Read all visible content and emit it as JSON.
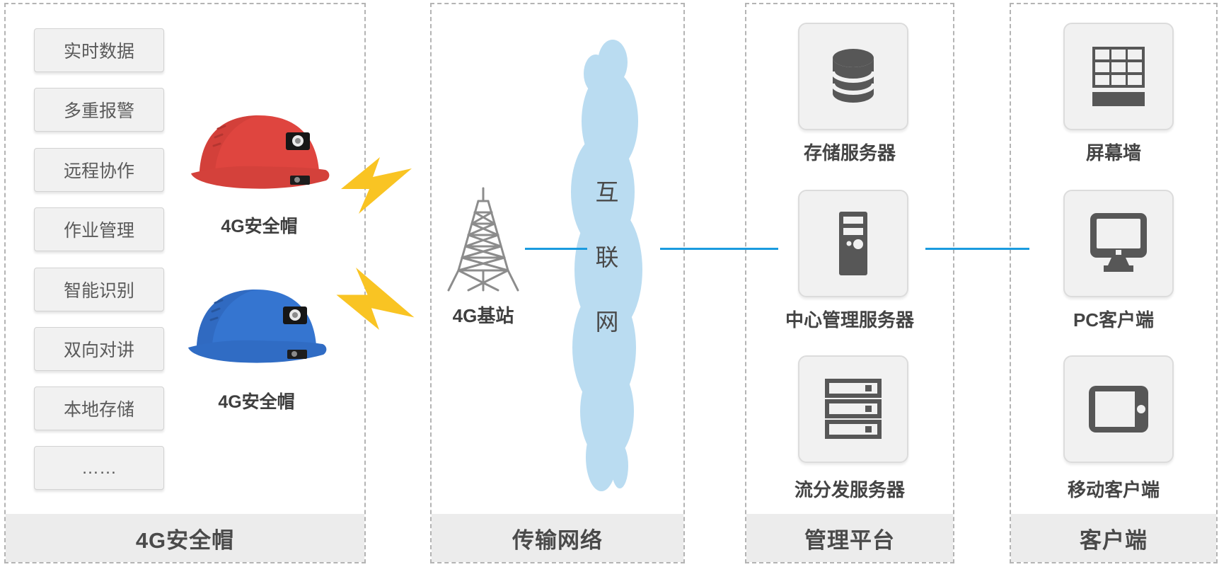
{
  "columns": [
    {
      "footer": "4G安全帽",
      "features": [
        "实时数据",
        "多重报警",
        "远程协作",
        "作业管理",
        "智能识别",
        "双向对讲",
        "本地存储",
        "……"
      ],
      "helmets": [
        {
          "label": "4G安全帽",
          "color": "red"
        },
        {
          "label": "4G安全帽",
          "color": "blue"
        }
      ]
    },
    {
      "footer": "传输网络",
      "base_station": "4G基站",
      "cloud": [
        "互",
        "联",
        "网"
      ]
    },
    {
      "footer": "管理平台",
      "nodes": [
        {
          "label": "存储服务器",
          "icon": "database-icon"
        },
        {
          "label": "中心管理服务器",
          "icon": "server-tower-icon"
        },
        {
          "label": "流分发服务器",
          "icon": "rack-server-icon"
        }
      ]
    },
    {
      "footer": "客户端",
      "nodes": [
        {
          "label": "屏幕墙",
          "icon": "video-wall-icon"
        },
        {
          "label": "PC客户端",
          "icon": "monitor-icon"
        },
        {
          "label": "移动客户端",
          "icon": "tablet-icon"
        }
      ]
    }
  ],
  "colors": {
    "connector_blue": "#1a9bdf",
    "cloud_blue": "#badcf1",
    "lightning_yellow": "#f9c423",
    "helmet_red": "#df453f",
    "helmet_blue": "#3575d0",
    "icon_gray": "#575757",
    "border_gray": "#b4b4b4"
  }
}
